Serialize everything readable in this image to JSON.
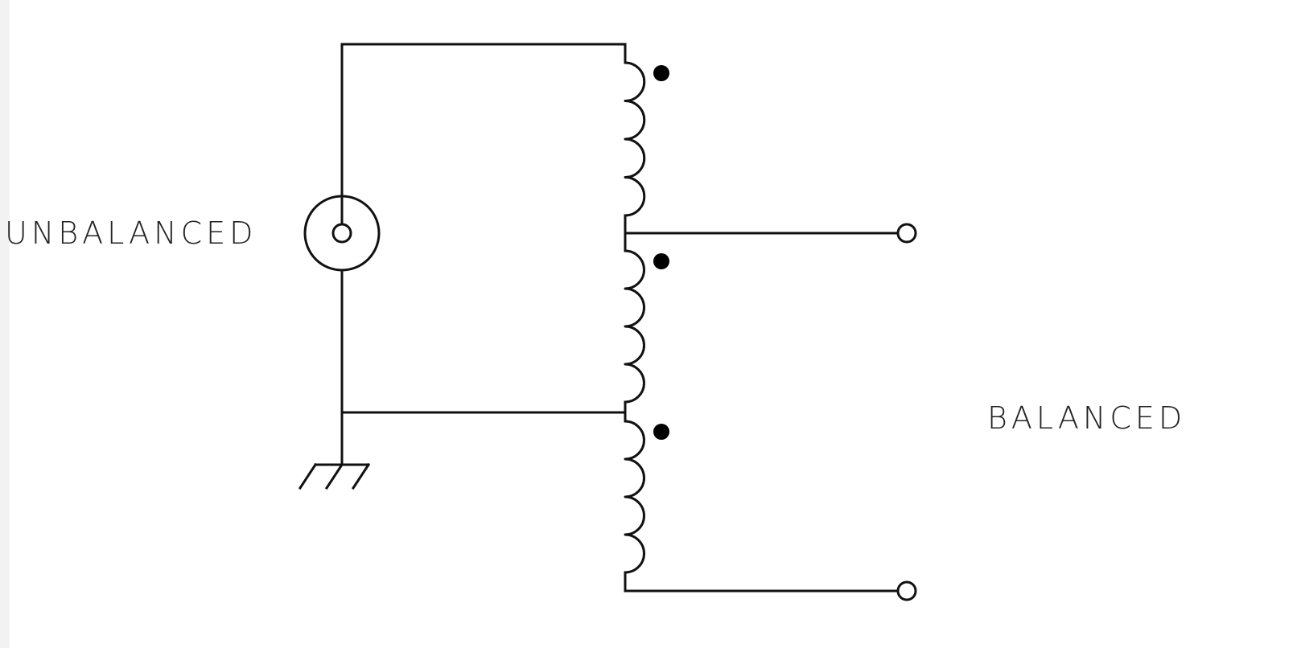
{
  "labels": {
    "unbalanced": "UNBALANCED",
    "balanced": "BALANCED"
  },
  "colors": {
    "ink": "#111111",
    "background": "#ffffff",
    "left_edge_shade": "#f2f2f2"
  },
  "components": {
    "source": "coaxial-connector",
    "ground": "chassis-ground",
    "transformer_windings": 3,
    "turns_per_winding": 4,
    "balanced_terminals": 2,
    "polarity_dots": 3
  }
}
